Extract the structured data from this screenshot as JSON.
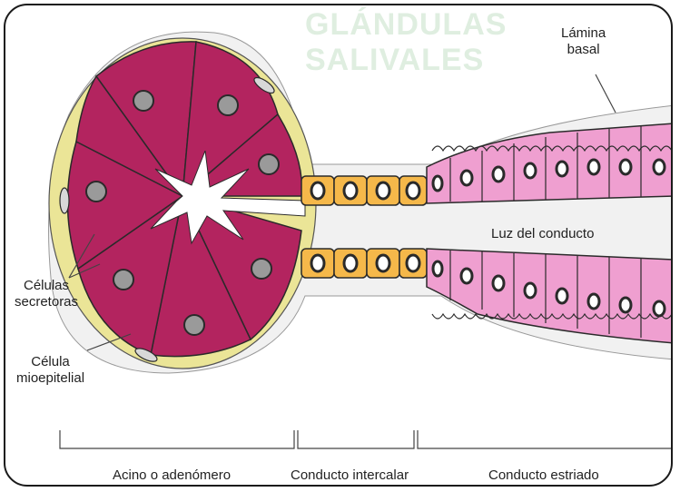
{
  "background_title": "GLÁNDULAS SALIVALES",
  "labels": {
    "lamina_basal": [
      "Lámina",
      "basal"
    ],
    "luz_conducto": "Luz del conducto",
    "celulas_secretoras": [
      "Células",
      "secretoras"
    ],
    "celula_mioepitelial": [
      "Célula",
      "mioepitelial"
    ]
  },
  "sections": [
    "Acino o adenómero",
    "Conducto intercalar",
    "Conducto estriado"
  ],
  "colors": {
    "acinar_cell": "#b3245f",
    "nucleus": "#9a9a9a",
    "intercalated_cell": "#f5b84a",
    "striated_cell": "#ef9fd0",
    "basal_lamina": "#e9e39a",
    "outline": "#2a2a2a"
  }
}
